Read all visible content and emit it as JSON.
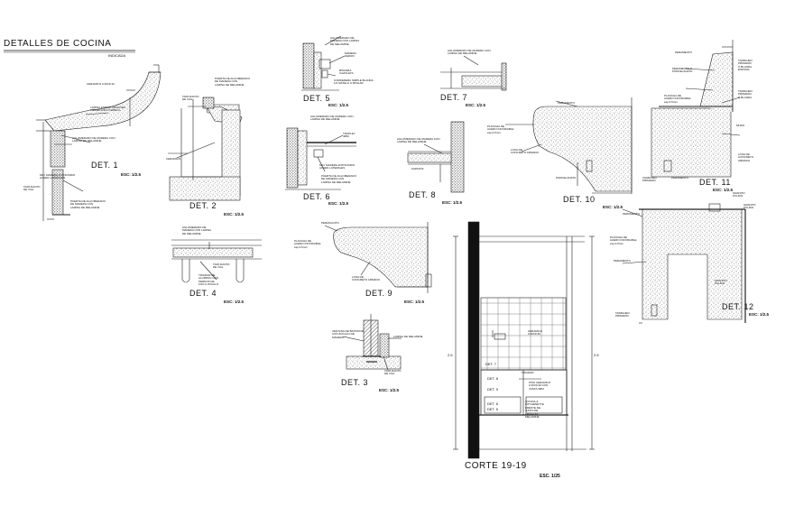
{
  "sheet": {
    "title": "DETALLES DE COCINA",
    "subtitle": "INDICADA"
  },
  "details": [
    {
      "id": "det1",
      "name": "DET. 1",
      "scale": "ESC: 1/2.5"
    },
    {
      "id": "det2",
      "name": "DET. 2",
      "scale": "ESC: 1/2.5"
    },
    {
      "id": "det3",
      "name": "DET. 3",
      "scale": "ESC: 1/2.5"
    },
    {
      "id": "det4",
      "name": "DET. 4",
      "scale": "ESC: 1/2.5"
    },
    {
      "id": "det5",
      "name": "DET. 5",
      "scale": "ESC: 1/2.5"
    },
    {
      "id": "det6",
      "name": "DET. 6",
      "scale": "ESC: 1/2.5"
    },
    {
      "id": "det7",
      "name": "DET. 7",
      "scale": "ESC: 1/2.5"
    },
    {
      "id": "det8",
      "name": "DET. 8",
      "scale": "ESC: 1/2.5"
    },
    {
      "id": "det9",
      "name": "DET. 9",
      "scale": "ESC: 1/2.5"
    },
    {
      "id": "det10",
      "name": "DET. 10",
      "scale": "ESC: 1/2.5"
    },
    {
      "id": "det11",
      "name": "DET. 11",
      "scale": "ESC: 1/2.5"
    },
    {
      "id": "det12",
      "name": "DET. 12",
      "scale": "ESC: 1/2.5"
    }
  ],
  "section": {
    "name": "CORTE 19-19",
    "scale": "ESC. 1/25"
  },
  "annotations": {
    "det1_a": "CERAMICO 0.30X0.30",
    "det1_b": "LAMINA ESPECTORADORA\nFORMICA EN FORMICA",
    "det1_c": "AGLOMERADO DE MADERA CON\nLAMINA DE MELAMINE",
    "det1_d": "MIN. MADERA ANTISONIDO\nAUSEN LATERALES",
    "det1_e": "TAPA DANTO\nDE VIAL",
    "det1_f": "PUERTA DE AGLOMERADO\nDE MADERA CON\nLAMINA DE MELAMINE",
    "det2_a": "PUERTA DE AGLOMERADO\nDE MADERA CON\nLAMINA DE MELAMINE",
    "det2_b": "TAPA DANTO\nDE VIAL",
    "det2_c": "CERAMICO",
    "det3_a": "VENTANA DE BASTIDOR\nCON ZOCALO DE\nMADERA",
    "det3_b": "LAMINA DE MELAMINE",
    "det3_c": "TAPA DANTO\nDE VIAL",
    "det4_a": "AGLOMERADO DE\nMADERA CON LAMINA\nDE MELAMINE",
    "det4_b": "TAPA DANTO\nDE VIAL",
    "det4_c": "TIRADOR DE\nALUMINIO CON\nPERNOS DE\nFIJO A ZOCALO",
    "det5_a": "AGLOMERADO DE\nMADERA CON LAMINA\nDE MELAMINE",
    "det5_b": "MADERA\nCEDRO",
    "det5_c": "BISAGRA\nCAZOLETA",
    "det5_d": "CORREDERA SIMPLE BLANDA\n1/2 MATELO O BISILAR",
    "det6_a": "AGLOMERADO DE MADERA CON\nLAMINA DE MELAMINE",
    "det6_b": "TRUPLEY\n4MM",
    "det6_c": "MIN. MADERA ANTISONIDO\nAUSEN LATERALES",
    "det6_d": "PUERTA DE AGLOMERADO\nDE MADERA CON\nLAMINA DE MELAMINE",
    "det7_a": "AGLOMERADO DE MADERA CON\nLAMINA DE MELAMINE",
    "det8_a": "AGLOMERADO DE MADERA CON\nLAMINA DE MELAMINE",
    "det8_b": "ZAPATOS",
    "det9_a": "PERANGUITO",
    "det9_b": "PLANCHA DE\nACERO INOXIDABLE\nesp.0.5mm",
    "det9_c": "LOSA DE\nCONCRETO ARMADO",
    "det10_a": "PERAMENTO",
    "det10_b": "PLANCHA DE\nACERO INOXIDABLE\nesp.0.5mm",
    "det10_c": "LOSA DE\nCONCRETO ARMADO",
    "det10_d": "PORCELANATO",
    "det11_a": "PERAMENTO",
    "det11_b": "TARRAJEO\nPRIMARIO\nO BLANDA\nESPUMA",
    "det11_c": "PERAMENTO O\nPORCELANATO",
    "det11_d": "PLANCHA DE\nACERO INOXIDABLE\nesp.0.5mm",
    "det11_e": "TARRAJEO\nPRIMARIO\nO BLANDA",
    "det11_f": "MURO",
    "det11_g": "LOSA DE\nCONCRETO\nARMADO",
    "det11_h": "TARRAJEO\nPRIMARIO",
    "det11_i": "PERAMENTO",
    "det12_a": "GRANITO\nPULIDO",
    "det12_b": "PERAMENTO",
    "det12_c": "PLANCHA DE\nACERO INOXIDABLE\nesp.0.5mm",
    "det12_d": "GRANITO\nPULIDO",
    "det12_e": "PERAMENTO",
    "det12_f": "GRANITO\nPULIDO",
    "det12_g": "TARRAJEO\nPRIMARIO",
    "corte_a": "CERAMICO\n0.30X0.30",
    "corte_b": "TIRADOR",
    "corte_c": "PISO CERAMICO\n0.30X0.30 CON\nJUNTA 3MM",
    "corte_d": "COCINA &\nKITCHENETTE\nFRENTE DE\nJUNTA DE\nFRISALAS\nMELAMINE",
    "corte_e": "DET. 7",
    "corte_f": "DET. 8",
    "corte_g": "DET. 9",
    "corte_h": "DET. 6",
    "corte_i": "DET. 5",
    "dim_1": "2.6",
    "dim_2": "2.6"
  }
}
